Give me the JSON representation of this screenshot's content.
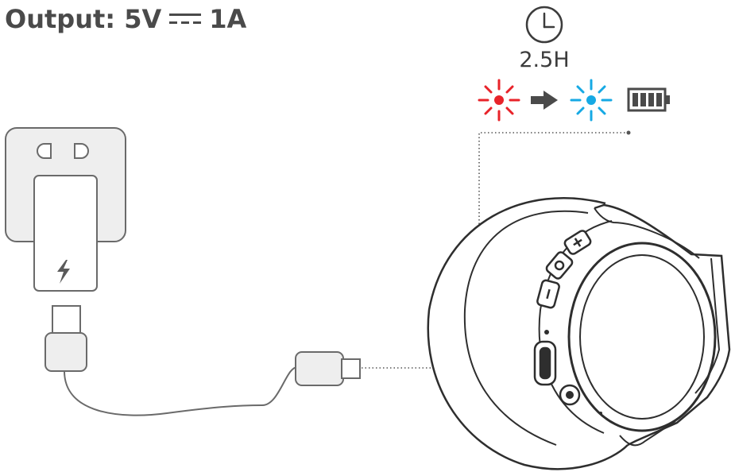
{
  "header": {
    "output_prefix": "Output: 5V",
    "output_current": "1A",
    "dc_symbol_icon": "dc-current-symbol"
  },
  "charging": {
    "duration": "2.5H",
    "clock_icon": "clock-icon",
    "led_charging_icon": "red-led-icon",
    "led_full_icon": "blue-led-icon",
    "arrow_icon": "right-arrow-icon",
    "battery_icon": "battery-full-icon"
  },
  "colors": {
    "led_charging": "#e8232a",
    "led_full": "#16a9e4",
    "line": "#4a4a4a",
    "adapter_fill": "#eeeeee"
  },
  "device_buttons": [
    "+",
    "play-pause",
    "-"
  ],
  "adapter_icon": "lightning-icon",
  "headphone_icon": "headphone-earcup"
}
